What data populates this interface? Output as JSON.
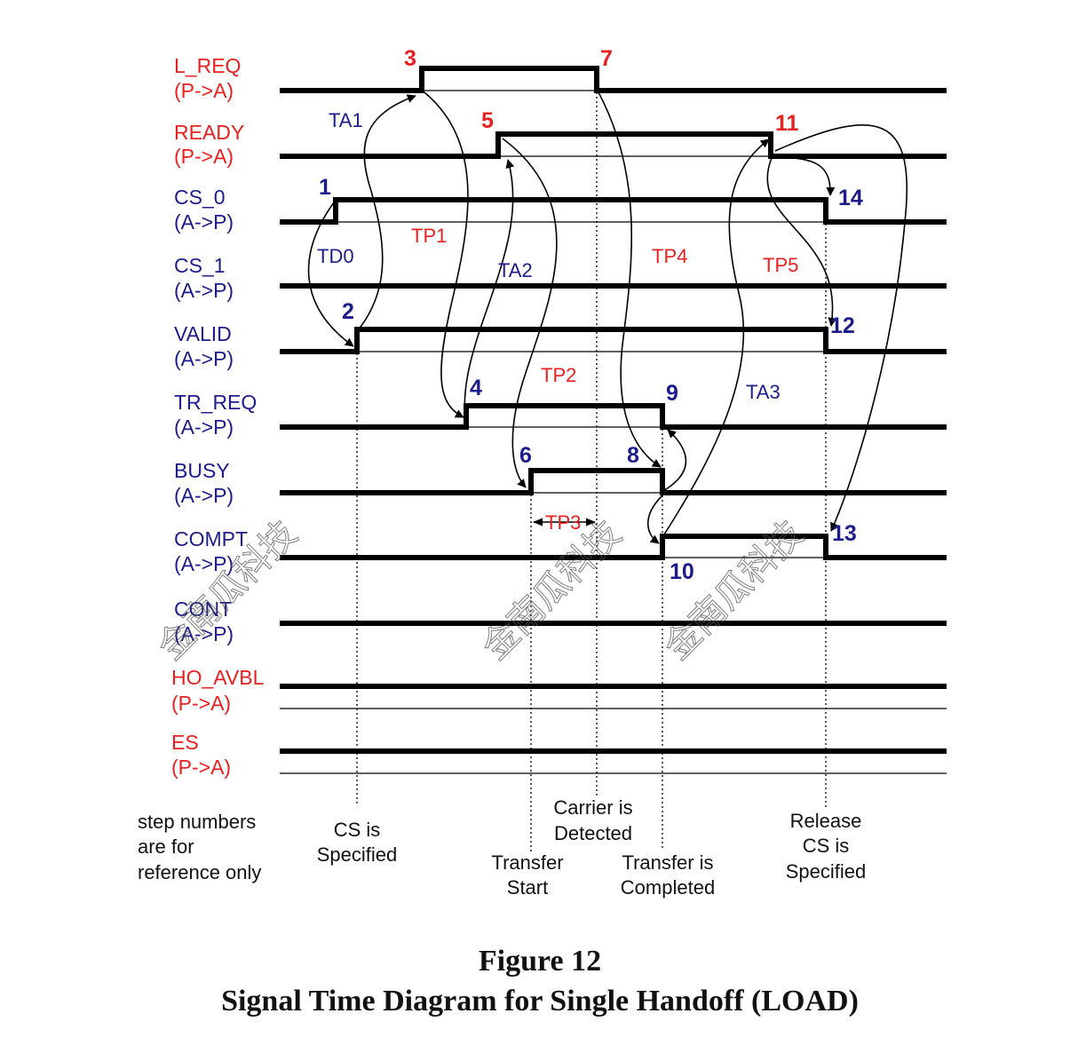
{
  "signals": [
    {
      "name": "L_REQ",
      "dir": "(P->A)",
      "color": "#e8201f"
    },
    {
      "name": "READY",
      "dir": "(P->A)",
      "color": "#e8201f"
    },
    {
      "name": "CS_0",
      "dir": "(A->P)",
      "color": "#1c1c8c"
    },
    {
      "name": "CS_1",
      "dir": "(A->P)",
      "color": "#1c1c8c"
    },
    {
      "name": "VALID",
      "dir": "(A->P)",
      "color": "#1c1c8c"
    },
    {
      "name": "TR_REQ",
      "dir": "(A->P)",
      "color": "#1c1c8c"
    },
    {
      "name": "BUSY",
      "dir": "(A->P)",
      "color": "#1c1c8c"
    },
    {
      "name": "COMPT",
      "dir": "(A->P)",
      "color": "#1c1c8c"
    },
    {
      "name": "CONT",
      "dir": "(A->P)",
      "color": "#1c1c8c"
    },
    {
      "name": "HO_AVBL",
      "dir": "(P->A)",
      "color": "#e8201f"
    },
    {
      "name": "ES",
      "dir": "(P->A)",
      "color": "#e8201f"
    }
  ],
  "steps": [
    "1",
    "2",
    "3",
    "4",
    "5",
    "6",
    "7",
    "8",
    "9",
    "10",
    "11",
    "12",
    "13",
    "14"
  ],
  "timings": {
    "TA1": "TA1",
    "TD0": "TD0",
    "TP1": "TP1",
    "TA2": "TA2",
    "TP4": "TP4",
    "TP5": "TP5",
    "TP2": "TP2",
    "TA3": "TA3",
    "TP3": "TP3"
  },
  "notes": {
    "step_numbers": [
      "step numbers",
      "are for",
      "reference only"
    ],
    "cs_specified": [
      "CS is",
      "Specified"
    ],
    "carrier_detected": [
      "Carrier is",
      "Detected"
    ],
    "transfer_start": [
      "Transfer",
      "Start"
    ],
    "transfer_completed": [
      "Transfer is",
      "Completed"
    ],
    "release_cs": [
      "Release",
      "CS is",
      "Specified"
    ]
  },
  "caption": {
    "figure": "Figure 12",
    "title": "Signal Time Diagram for Single Handoff (LOAD)"
  },
  "watermark": "金南瓜科技"
}
